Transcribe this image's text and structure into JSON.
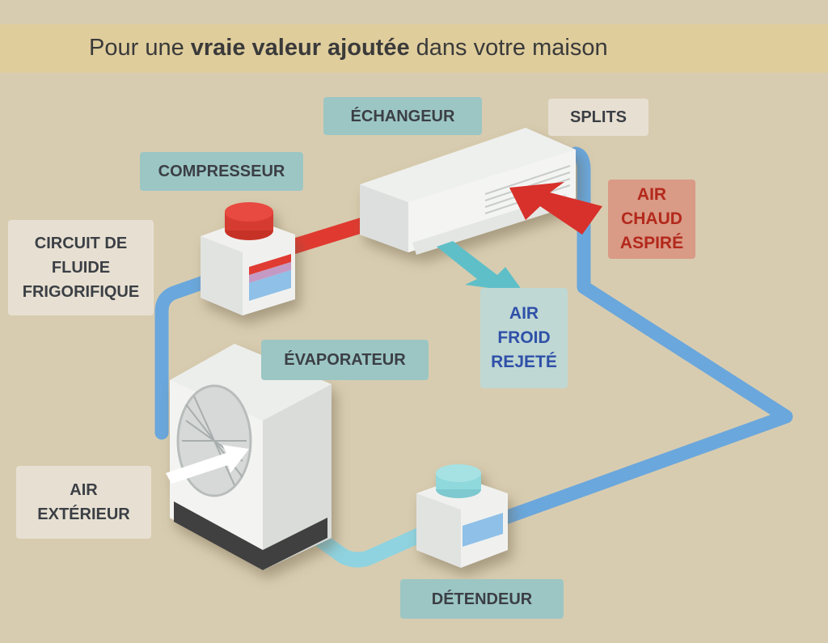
{
  "header": {
    "title_pre": "Pour une ",
    "title_bold": "vraie valeur ajoutée",
    "title_post": " dans votre maison"
  },
  "labels": {
    "echangeur": "ÉCHANGEUR",
    "splits": "SPLITS",
    "compresseur": "COMPRESSEUR",
    "circuit": "CIRCUIT DE FLUIDE FRIGORIFIQUE",
    "air_chaud": "AIR CHAUD ASPIRÉ",
    "air_froid": "AIR FROID REJETÉ",
    "evaporateur": "ÉVAPORATEUR",
    "air_exterieur": "AIR EXTÉRIEUR",
    "detendeur": "DÉTENDEUR"
  },
  "colors": {
    "background": "#d8ccb0",
    "band": "#dfcd9c",
    "pipe_cold": "#6aa7dc",
    "pipe_liquid": "#8fd3e0",
    "pipe_hot": "#e03a30",
    "air_hot": "#d8302a",
    "air_cold": "#5fbfc8"
  }
}
